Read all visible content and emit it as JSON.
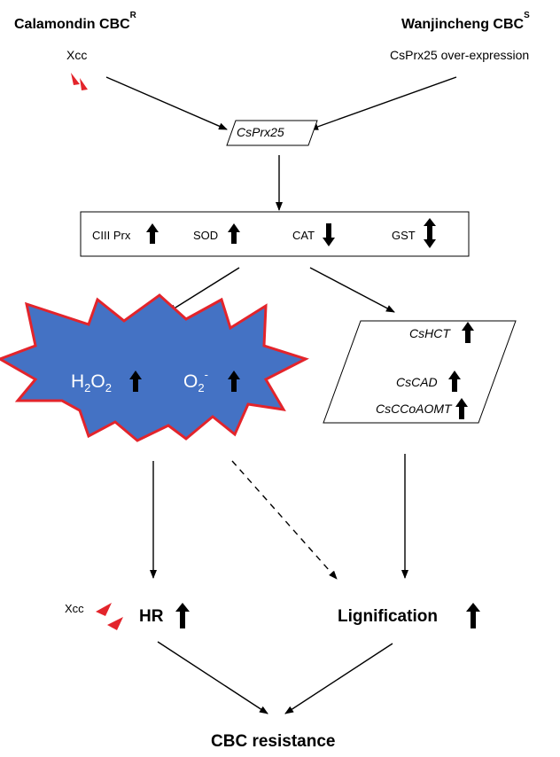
{
  "sources": {
    "left": {
      "name": "Calamondin  CBC",
      "superscript": "R",
      "trigger": "Xcc"
    },
    "right": {
      "name": "Wanjincheng CBC",
      "superscript": "S",
      "trigger": "CsPrx25 over-expression"
    }
  },
  "center_gene": "CsPrx25",
  "enzymes": [
    {
      "label": "CIII Prx",
      "direction": "up"
    },
    {
      "label": "SOD",
      "direction": "up"
    },
    {
      "label": "CAT",
      "direction": "down"
    },
    {
      "label": "GST",
      "direction": "up-down"
    }
  ],
  "ros": {
    "h2o2": {
      "base": "H",
      "sub1": "2",
      "mid": "O",
      "sub2": "2",
      "direction": "up"
    },
    "o2": {
      "base": "O",
      "sub": "2",
      "sup": "-",
      "direction": "up"
    }
  },
  "lignin_genes": [
    {
      "label": "CsHCT",
      "direction": "up"
    },
    {
      "label": "CsCAD",
      "direction": "up"
    },
    {
      "label": "CsCCoAOMT",
      "direction": "up"
    }
  ],
  "outcomes": {
    "hr_trigger": "Xcc",
    "hr": "HR",
    "lignification": "Lignification",
    "final": "CBC resistance"
  },
  "colors": {
    "burst_fill": "#4472c4",
    "burst_stroke": "#e3242b",
    "xcc_marker": "#e3242b",
    "line": "#000000"
  }
}
